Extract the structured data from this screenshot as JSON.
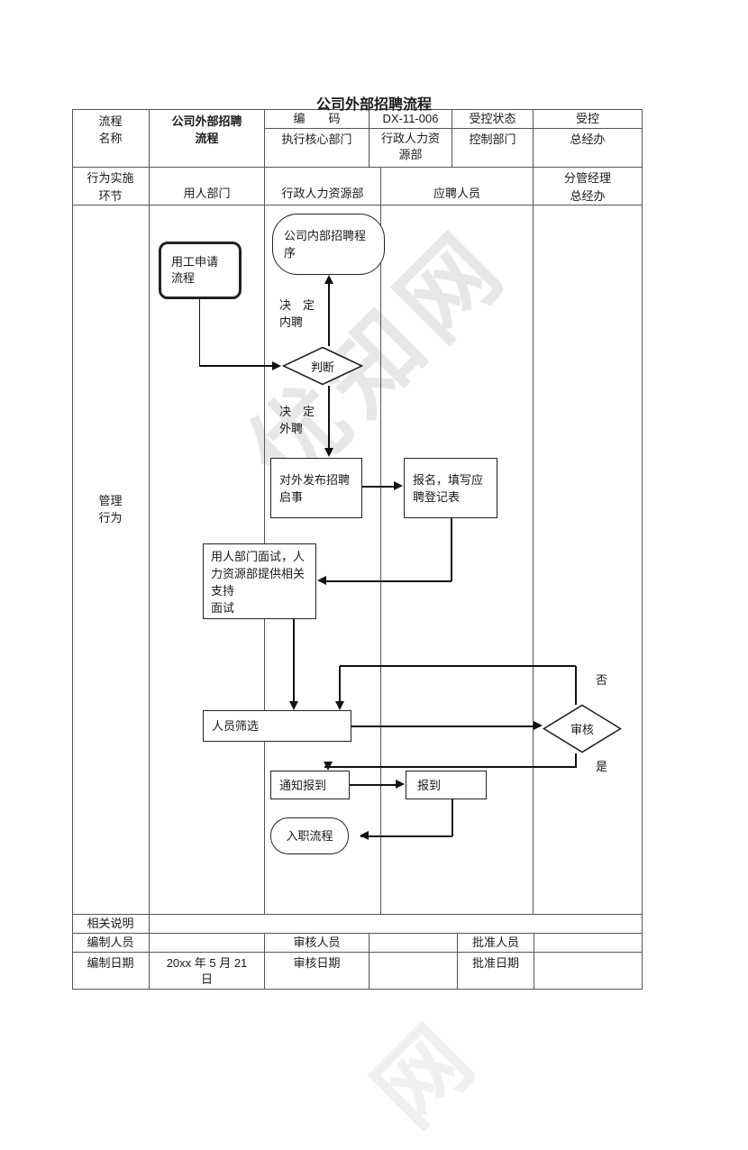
{
  "title": "公司外部招聘流程",
  "header": {
    "process_name": {
      "l1": "流程",
      "l2": "名称"
    },
    "process_value": {
      "l1": "公司外部招聘",
      "l2": "流程"
    },
    "code_label": "编　　码",
    "code_value": "DX-11-006",
    "controlled_state_label": "受控状态",
    "controlled_state_value": "受控",
    "core_dept_label": "执行核心部门",
    "core_dept_value": {
      "l1": "行政人力资",
      "l2": "源部"
    },
    "control_dept_label": "控制部门",
    "control_dept_value": "总经办"
  },
  "lanes": {
    "row_label": {
      "l1": "行为实施",
      "l2": "环节"
    },
    "lane1": "用人部门",
    "lane2": "行政人力资源部",
    "lane3": "应聘人员",
    "lane4": {
      "l1": "分管经理",
      "l2": "总经办"
    }
  },
  "body_row_label": {
    "l1": "管理",
    "l2": "行为"
  },
  "flowchart": {
    "nodes": {
      "yonggong": {
        "l1": "用工申请",
        "l2": "流程"
      },
      "neibu": {
        "l1": "公司内部招聘程",
        "l2": "序"
      },
      "panduan": "判断",
      "duiwai": {
        "l1": "对外发布招聘",
        "l2": "启事"
      },
      "baoming": {
        "l1": "报名，填写应",
        "l2": "聘登记表"
      },
      "mianshi": {
        "l1": "用人部门面试，人",
        "l2": "力资源部提供相关",
        "l3": "支持",
        "l4": "面试"
      },
      "shaixuan": "人员筛选",
      "shenhe": "审核",
      "tongzhi": "通知报到",
      "baodao": "报到",
      "ruzhi": "入职流程"
    },
    "labels": {
      "neipin": {
        "l1": "决　定",
        "l2": "内聘"
      },
      "waipin": {
        "l1": "决　定",
        "l2": "外聘"
      },
      "no": "否",
      "yes": "是"
    }
  },
  "footer": {
    "notes_label": "相关说明",
    "author_label": "编制人员",
    "reviewer_label": "审核人员",
    "approver_label": "批准人员",
    "author_date_label": "编制日期",
    "author_date_value": {
      "l1": "20xx 年 5 月 21",
      "l2": "日"
    },
    "review_date_label": "审核日期",
    "approve_date_label": "批准日期"
  },
  "watermark": {
    "center_text": "优知网",
    "bottom_text": "网"
  },
  "colors": {
    "grid_line": "#555555",
    "flow_line": "#111111",
    "watermark": "#e7e7e7"
  }
}
